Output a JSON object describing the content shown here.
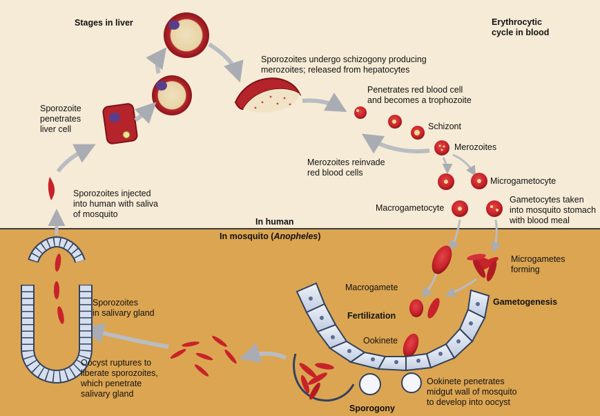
{
  "colors": {
    "human_bg": "#f6ebd6",
    "mosquito_bg": "#dca552",
    "divider": "#3a3a3a",
    "rbc": "#c8222a",
    "rbc_dark": "#8e1418",
    "epithelium": "#d9e2ef",
    "arrow": "#b9bcc2"
  },
  "labels": {
    "stages_in_liver": "Stages in liver",
    "erythrocytic_cycle": "Erythrocytic\ncycle in blood",
    "sporozoites_schizogony": "Sporozoites undergo schizogony producing\nmerozoites; released from hepatocytes",
    "sporozoite_penetrates": "Sporozoite\npenetrates\nliver cell",
    "penetrates_rbc": "Penetrates red blood cell\nand becomes a trophozoite",
    "schizont": "Schizont",
    "merozoites": "Merozoites",
    "merozoites_reinvade": "Merozoites reinvade\nred blood cells",
    "microgametocyte": "Microgametocyte",
    "sporozoites_injected": "Sporozoites injected\ninto human with saliva\nof mosquito",
    "gametocytes_taken": "Gametocytes taken\ninto mosquito stomach\nwith blood meal",
    "macrogametocyte": "Macrogametocyte",
    "in_human": "In human",
    "in_mosquito_prefix": "In mosquito (",
    "in_mosquito_genus": "Anopheles",
    "in_mosquito_suffix": ")",
    "microgametes_forming": "Microgametes\nforming",
    "sporozoites_salivary": "Sporozoites\nin salivary gland",
    "macrogamete": "Macrogamete",
    "gametogenesis": "Gametogenesis",
    "fertilization": "Fertilization",
    "ookinete": "Ookinete",
    "oocyst_ruptures": "Oocyst ruptures to\nliberate sporozoites,\nwhich penetrate\nsalivary gland",
    "ookinete_penetrates": "Ookinete penetrates\nmidgut wall of mosquito\nto develop into oocyst",
    "sporogony": "Sporogony"
  }
}
